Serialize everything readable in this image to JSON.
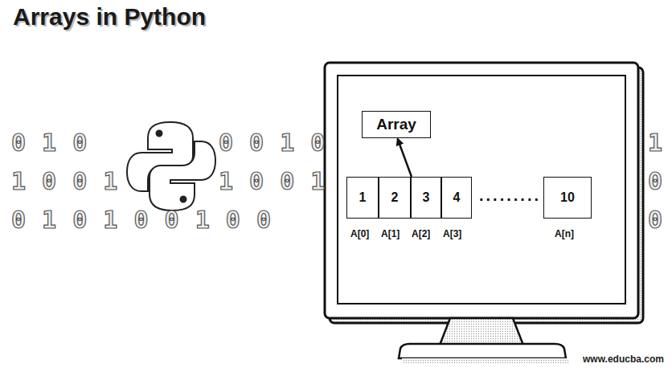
{
  "diagram": {
    "title": "Arrays in Python",
    "nodes": [
      {
        "text": [
          "Array"
        ]
      },
      {
        "text": [
          "1"
        ]
      },
      {
        "text": [
          "2"
        ]
      },
      {
        "text": [
          "3"
        ]
      },
      {
        "text": [
          "4"
        ]
      },
      {
        "text": [
          "10"
        ]
      }
    ],
    "edges": [
      {
        "from": 3,
        "to": 0,
        "arrow": "to"
      }
    ],
    "labels": [
      "A[0]",
      "A[1]",
      "A[2]",
      "A[3]",
      "A[n]",
      ".........",
      "www.educba.com",
      "0 1 0",
      "0 0 1 0",
      "1 0 0 1",
      "1 0 0 1",
      "0 1 0 1 0 0 1 0 0",
      "1",
      "0",
      "0"
    ]
  }
}
